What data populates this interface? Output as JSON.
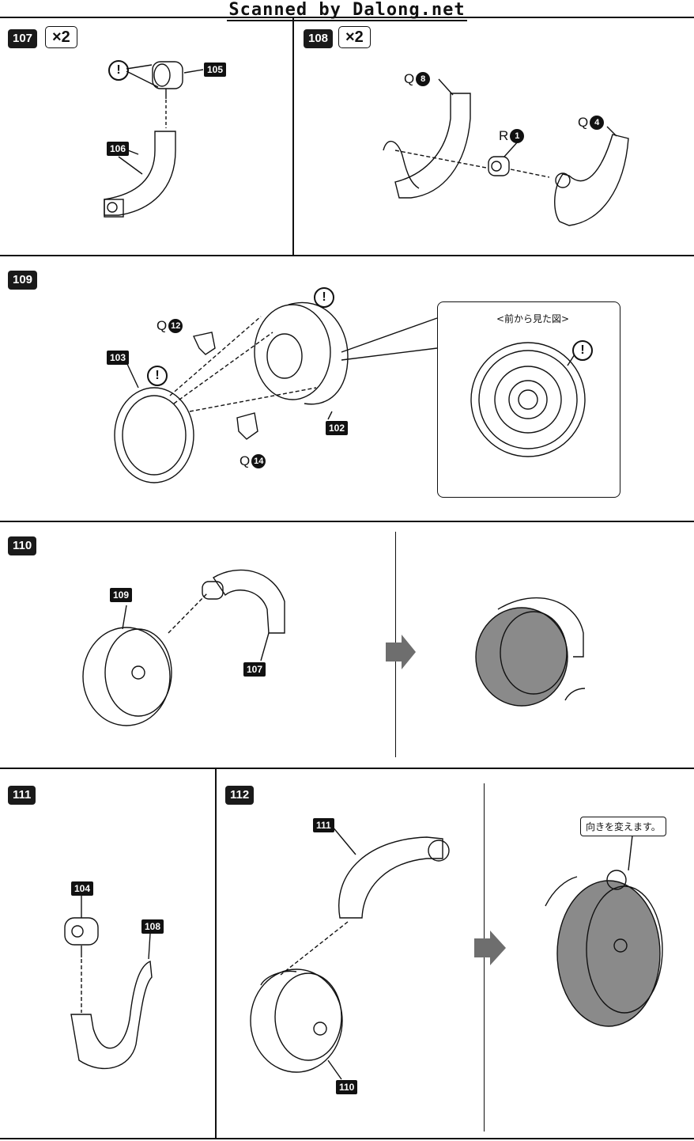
{
  "watermark": "Scanned by Dalong.net",
  "steps": {
    "s107": {
      "number": "107",
      "multiplier": "×2",
      "parts": {
        "a": "105",
        "b": "106"
      }
    },
    "s108": {
      "number": "108",
      "multiplier": "×2",
      "runners": {
        "a": {
          "letter": "Q",
          "num": "8"
        },
        "b": {
          "letter": "R",
          "num": "1"
        },
        "c": {
          "letter": "Q",
          "num": "4"
        }
      }
    },
    "s109": {
      "number": "109",
      "parts": {
        "a": "103",
        "b": "102"
      },
      "runners": {
        "a": {
          "letter": "Q",
          "num": "12"
        },
        "b": {
          "letter": "Q",
          "num": "14"
        }
      },
      "inset_title": "<前から見た図>"
    },
    "s110": {
      "number": "110",
      "parts": {
        "a": "109",
        "b": "107"
      }
    },
    "s111": {
      "number": "111",
      "parts": {
        "a": "104",
        "b": "108"
      }
    },
    "s112": {
      "number": "112",
      "parts": {
        "a": "111",
        "b": "110"
      },
      "note": "向きを変えます。"
    }
  },
  "caution_symbol": "!",
  "colors": {
    "ink": "#111111",
    "panel_gray": "#8a8a8a",
    "arrow_gray": "#6e6e6e"
  }
}
